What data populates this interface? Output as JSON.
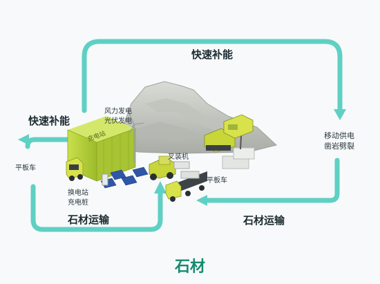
{
  "labels": {
    "top_flow": "快速补能",
    "left_flow": "快速补能",
    "wind_solar_1": "风力发电",
    "wind_solar_2": "光伏发电",
    "station_sign": "充电站",
    "flatbed_left": "平板车",
    "swap_station": "换电站",
    "charging_pile": "充电桩",
    "forklift": "叉装机",
    "flatbed_mid": "平板车",
    "mobile_power": "移动供电",
    "rock_split": "凿岩劈裂",
    "bottom_left_flow": "石材运输",
    "bottom_right_flow": "石材运输"
  },
  "caption": "石材",
  "colors": {
    "arrow": "#5fd0c3",
    "caption": "#168a6e",
    "container": "#b7d23a",
    "mountain": "#c9ccc6"
  }
}
